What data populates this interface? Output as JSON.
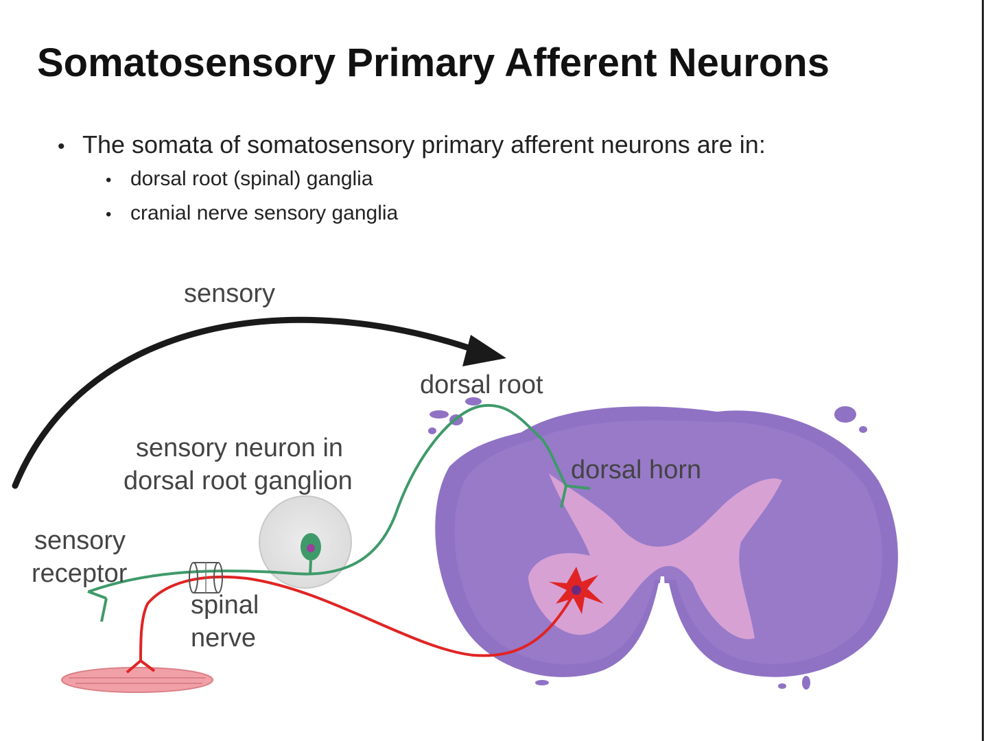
{
  "slide": {
    "title": "Somatosensory Primary Afferent Neurons",
    "bullets": {
      "main": "The somata of somatosensory primary afferent neurons are in:",
      "sub": [
        "dorsal root (spinal) ganglia",
        "cranial nerve sensory ganglia"
      ]
    }
  },
  "diagram": {
    "labels": {
      "sensory_arrow": "sensory",
      "dorsal_root": "dorsal root",
      "dorsal_horn": "dorsal horn",
      "sensory_neuron_line1": "sensory neuron in",
      "sensory_neuron_line2": "dorsal root ganglion",
      "sensory_receptor_line1": "sensory",
      "sensory_receptor_line2": "receptor",
      "spinal_nerve_line1": "spinal",
      "spinal_nerve_line2": "nerve"
    },
    "colors": {
      "sensory_neuron": "#3f9a6a",
      "motor_neuron": "#e02424",
      "spinal_cord_tissue": "#8a6cc0",
      "gray_matter": "#e2a6d4",
      "muscle": "#f2a0a8",
      "arrow": "#1a1a1a"
    }
  }
}
